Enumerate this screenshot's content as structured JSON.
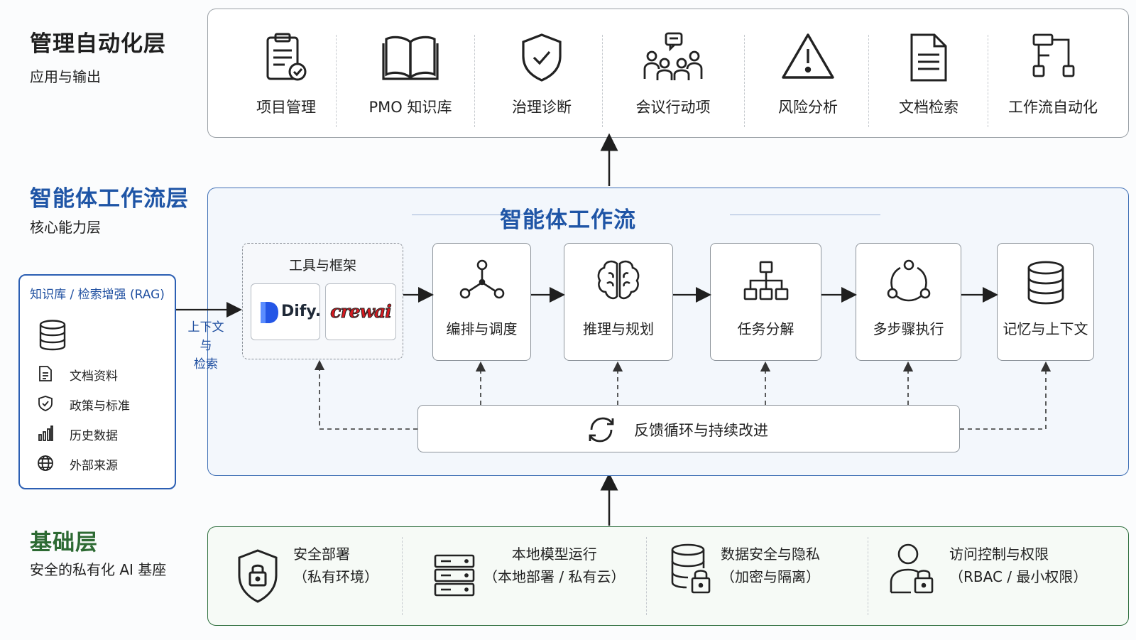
{
  "layers": {
    "top": {
      "title": "管理自动化层",
      "subtitle": "应用与输出"
    },
    "mid": {
      "title": "智能体工作流层",
      "subtitle": "核心能力层"
    },
    "bottom": {
      "title": "基础层",
      "subtitle": "安全的私有化 AI 基座"
    }
  },
  "colors": {
    "top_title": "#1f1f1f",
    "mid_title": "#1f55a6",
    "bottom_title": "#2d6a33",
    "arrow": "#1f1f1f",
    "accent_blue": "#2c5fb3",
    "dify_blue": "#2456e6",
    "crewai_red": "#d71a20"
  },
  "apps": [
    {
      "label": "项目管理",
      "icon": "clipboard-check-icon"
    },
    {
      "label": "PMO 知识库",
      "icon": "open-book-icon"
    },
    {
      "label": "治理诊断",
      "icon": "shield-check-icon"
    },
    {
      "label": "会议行动项",
      "icon": "meeting-people-icon"
    },
    {
      "label": "风险分析",
      "icon": "warning-triangle-icon"
    },
    {
      "label": "文档检索",
      "icon": "document-icon"
    },
    {
      "label": "工作流自动化",
      "icon": "workflow-icon"
    }
  ],
  "workflow": {
    "title": "智能体工作流",
    "tools": {
      "title": "工具与框架",
      "dify": "Dify.",
      "crewai": "crewai"
    },
    "steps": [
      {
        "label": "编排与调度",
        "icon": "orchestration-nodes-icon"
      },
      {
        "label": "推理与规划",
        "icon": "brain-icon"
      },
      {
        "label": "任务分解",
        "icon": "hierarchy-icon"
      },
      {
        "label": "多步骤执行",
        "icon": "cycle-steps-icon"
      },
      {
        "label": "记忆与上下文",
        "icon": "database-icon"
      }
    ],
    "feedback": "反馈循环与持续改进"
  },
  "rag": {
    "title": "知识库 / 检索增强 (RAG)",
    "items": [
      {
        "label": "文档资料",
        "icon": "document-icon"
      },
      {
        "label": "政策与标准",
        "icon": "shield-icon"
      },
      {
        "label": "历史数据",
        "icon": "bar-chart-icon"
      },
      {
        "label": "外部来源",
        "icon": "globe-icon"
      }
    ],
    "context_label": [
      "上下文",
      "与",
      "检索"
    ]
  },
  "foundation": [
    {
      "line1": "安全部署",
      "line2": "（私有环境）",
      "icon": "shield-lock-icon"
    },
    {
      "line1": "本地模型运行",
      "line2": "（本地部署 / 私有云）",
      "icon": "server-icon"
    },
    {
      "line1": "数据安全与隐私",
      "line2": "（加密与隔离）",
      "icon": "database-lock-icon"
    },
    {
      "line1": "访问控制与权限",
      "line2": "（RBAC / 最小权限）",
      "icon": "user-lock-icon"
    }
  ]
}
